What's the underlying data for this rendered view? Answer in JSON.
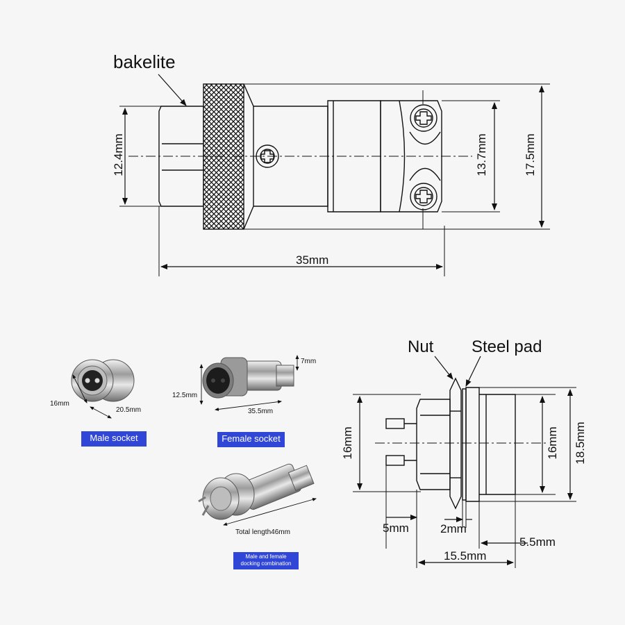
{
  "top_diagram": {
    "label_bakelite": "bakelite",
    "dim_height_left": "12.4mm",
    "dim_height_mid": "13.7mm",
    "dim_height_right": "17.5mm",
    "dim_length": "35mm"
  },
  "photos": {
    "male": {
      "dim_a": "16mm",
      "dim_b": "20.5mm",
      "badge": "Male socket"
    },
    "female": {
      "dim_a": "12.5mm",
      "dim_b": "35.5mm",
      "dim_c": "7mm",
      "badge": "Female socket"
    },
    "docking": {
      "dim_total": "Total length46mm",
      "badge_line1": "Male and female",
      "badge_line2": "docking combination"
    }
  },
  "bottom_diagram": {
    "label_nut": "Nut",
    "label_steel_pad": "Steel pad",
    "dim_left_height": "16mm",
    "dim_thread_height": "16mm",
    "dim_outer_height": "18.5mm",
    "dim_pins": "5mm",
    "dim_pad": "2mm",
    "dim_body": "15.5mm",
    "dim_thread": "5.5mm"
  },
  "colors": {
    "badge_blue": "#2f46d6",
    "line": "#111111",
    "background": "#f6f6f6"
  }
}
